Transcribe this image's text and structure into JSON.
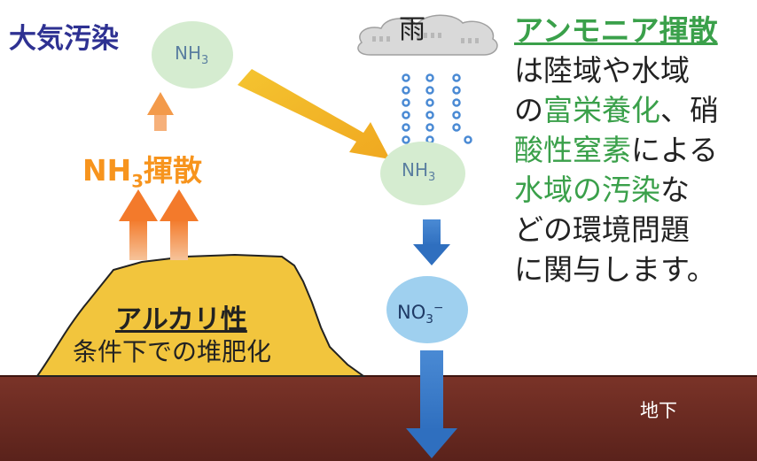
{
  "labels": {
    "air_pollution": "大気汚染",
    "rain": "雨",
    "nh3_emission": "NH₃揮散",
    "compost_line1": "アルカリ性",
    "compost_line2": "条件下での堆肥化",
    "underground": "地下"
  },
  "molecules": {
    "nh3": "NH3",
    "no3": "NO3−"
  },
  "explanation": {
    "line1": "アンモニア揮散",
    "line2": "は陸域や水域",
    "line3_a": "の",
    "line3_b": "富栄養化",
    "line3_c": "、硝",
    "line4_a": "酸性窒素",
    "line4_b": "による",
    "line5_a": "水域の汚染",
    "line5_b": "な",
    "line6": "どの環境問題",
    "line7": "に関与します。"
  },
  "colors": {
    "air_label": "#2e3192",
    "emission": "#f7941d",
    "highlight_green": "#3aa04a",
    "soil": "#6b2a22",
    "compost": "#f2c53d",
    "flow_arrow": "#3a7cc8",
    "nh3_blob": "#d5ecd0",
    "no3_blob": "#9fd0ef"
  }
}
